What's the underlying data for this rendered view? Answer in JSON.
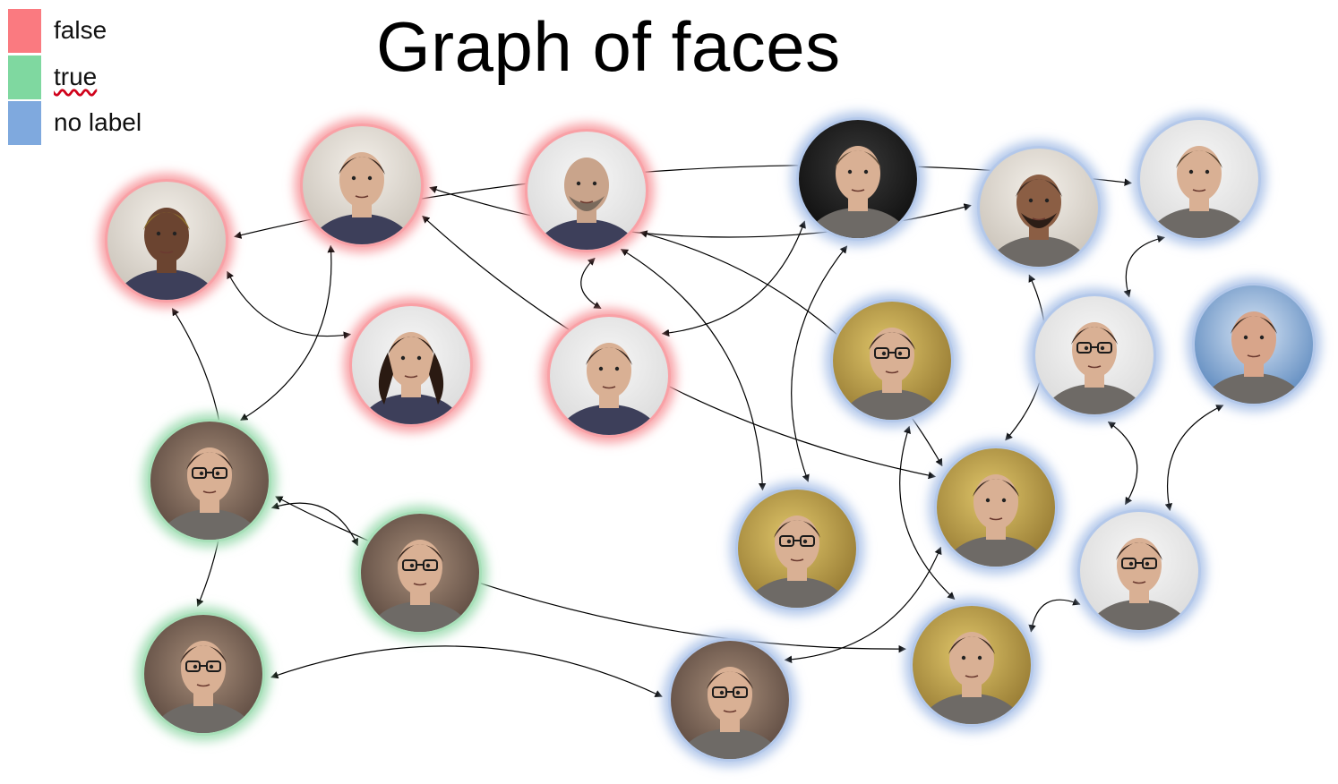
{
  "title": "Graph of faces",
  "legend": [
    {
      "key": "false",
      "label": "false",
      "color": "#fa7a80"
    },
    {
      "key": "true",
      "label": "true",
      "color": "#7fd8a0"
    },
    {
      "key": "nolabel",
      "label": "no label",
      "color": "#7fa9de"
    }
  ],
  "ring_colors": {
    "false": "#f8a0a5",
    "true": "#a6dfb8",
    "nolabel": "#b3c8ea"
  },
  "faces": [
    {
      "id": "f1",
      "label": "false",
      "icon": "woman-headwrap-portrait"
    },
    {
      "id": "f2",
      "label": "false",
      "icon": "young-man-portrait"
    },
    {
      "id": "f3",
      "label": "false",
      "icon": "bald-bearded-man-portrait"
    },
    {
      "id": "f4",
      "label": "false",
      "icon": "woman-curly-hair-portrait"
    },
    {
      "id": "f5",
      "label": "false",
      "icon": "man-in-suit-portrait"
    },
    {
      "id": "t1",
      "label": "true",
      "icon": "man-glasses-portrait"
    },
    {
      "id": "t2",
      "label": "true",
      "icon": "man-glasses-bookshelf-portrait"
    },
    {
      "id": "t3",
      "label": "true",
      "icon": "man-glasses-bookshelf-portrait"
    },
    {
      "id": "n1",
      "label": "nolabel",
      "icon": "man-dark-background-portrait"
    },
    {
      "id": "n2",
      "label": "nolabel",
      "icon": "bearded-man-portrait"
    },
    {
      "id": "n3",
      "label": "nolabel",
      "icon": "swimmer-portrait"
    },
    {
      "id": "n4",
      "label": "nolabel",
      "icon": "man-glasses-webcam-portrait"
    },
    {
      "id": "n5",
      "label": "nolabel",
      "icon": "man-glasses-shirt-portrait"
    },
    {
      "id": "n6",
      "label": "nolabel",
      "icon": "man-tie-portrait"
    },
    {
      "id": "n7",
      "label": "nolabel",
      "icon": "man-glasses-webcam-portrait"
    },
    {
      "id": "n8",
      "label": "nolabel",
      "icon": "man-webcam-portrait"
    },
    {
      "id": "n9",
      "label": "nolabel",
      "icon": "man-glasses-webcam-portrait"
    },
    {
      "id": "n10",
      "label": "nolabel",
      "icon": "man-glasses-webcam-portrait"
    },
    {
      "id": "n11",
      "label": "nolabel",
      "icon": "man-webcam-portrait"
    }
  ],
  "edges": [
    [
      "f1",
      "n3"
    ],
    [
      "f1",
      "f4"
    ],
    [
      "f1",
      "t3"
    ],
    [
      "f2",
      "n2"
    ],
    [
      "f2",
      "t1"
    ],
    [
      "f2",
      "n8"
    ],
    [
      "f3",
      "n8"
    ],
    [
      "f3",
      "f5"
    ],
    [
      "n1",
      "f5"
    ],
    [
      "n1",
      "n7"
    ],
    [
      "n2",
      "n8"
    ],
    [
      "n3",
      "n5"
    ],
    [
      "n5",
      "n10"
    ],
    [
      "n6",
      "n10"
    ],
    [
      "t1",
      "t2"
    ],
    [
      "t1",
      "n11"
    ],
    [
      "t3",
      "n9"
    ],
    [
      "n4",
      "n11"
    ],
    [
      "n8",
      "n9"
    ],
    [
      "n10",
      "n11"
    ],
    [
      "f3",
      "n7"
    ]
  ]
}
